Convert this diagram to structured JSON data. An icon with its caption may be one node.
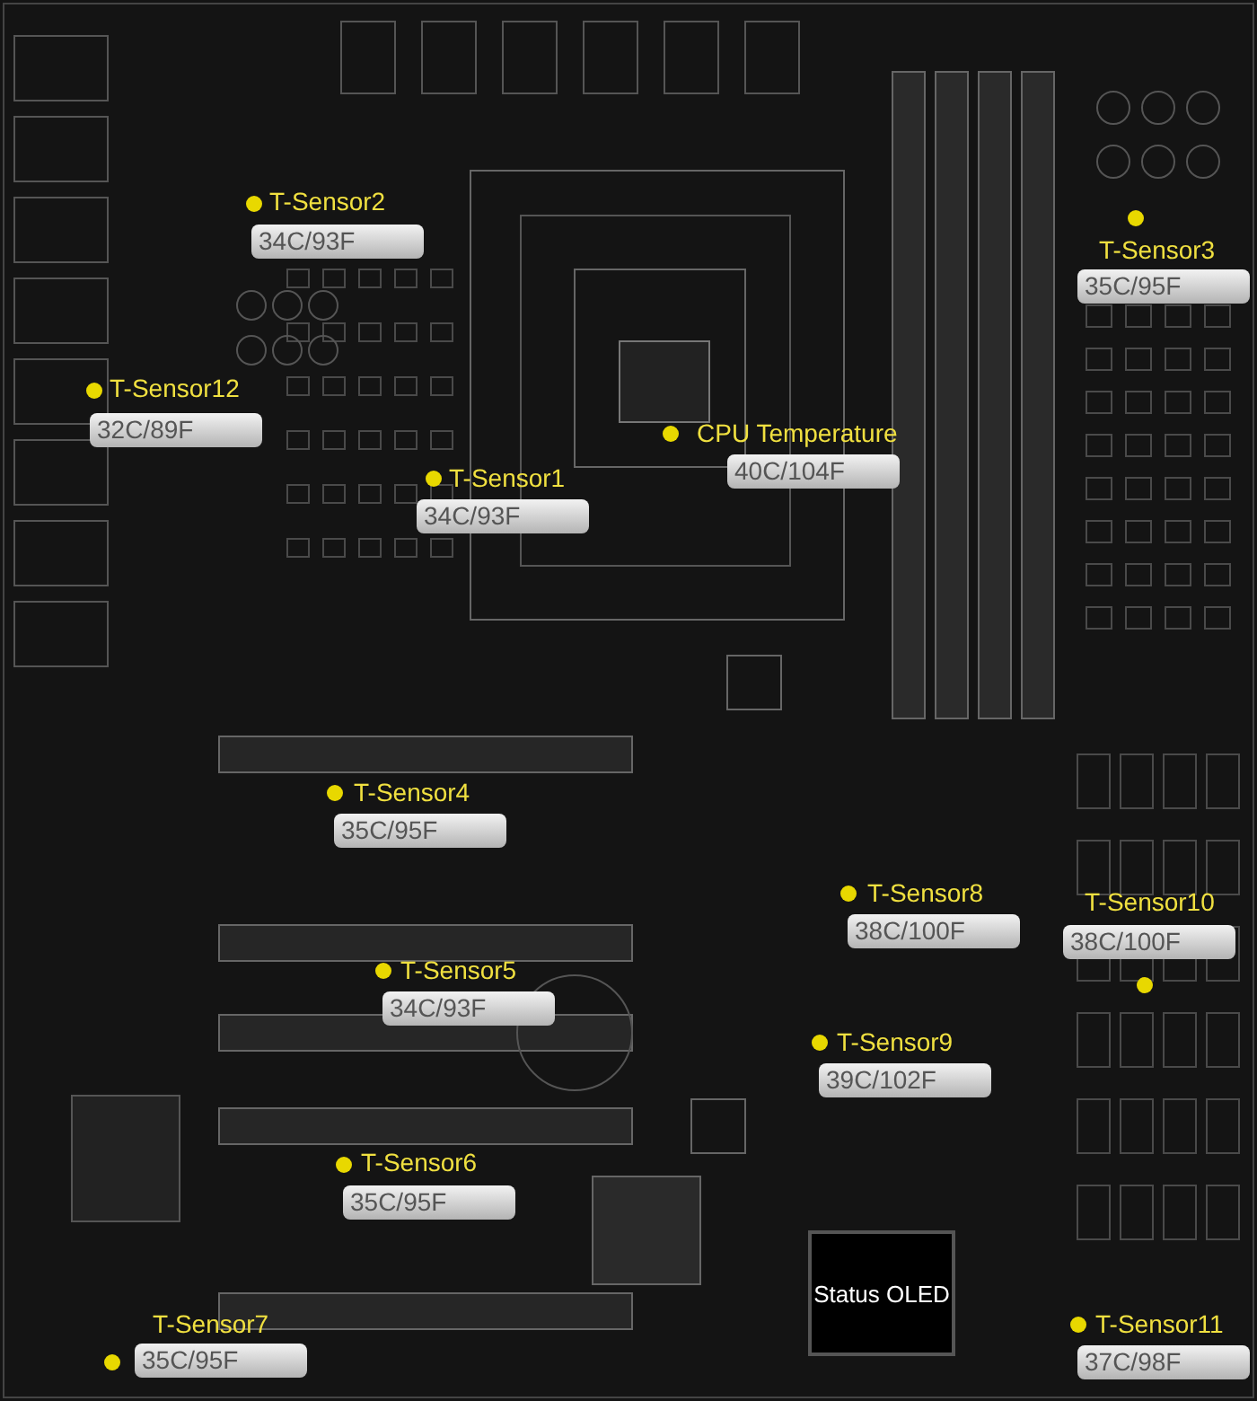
{
  "diagram": {
    "nodes": [
      {
        "text": [
          "T-Sensor2",
          "34C/93F"
        ]
      },
      {
        "text": [
          "T-Sensor3",
          "35C/95F"
        ]
      },
      {
        "text": [
          "T-Sensor12",
          "32C/89F"
        ]
      },
      {
        "text": [
          "CPU Temperature",
          "40C/104F"
        ]
      },
      {
        "text": [
          "T-Sensor1",
          "34C/93F"
        ]
      },
      {
        "text": [
          "T-Sensor4",
          "35C/95F"
        ]
      },
      {
        "text": [
          "T-Sensor8",
          "38C/100F"
        ]
      },
      {
        "text": [
          "T-Sensor10",
          "38C/100F"
        ]
      },
      {
        "text": [
          "T-Sensor5",
          "34C/93F"
        ]
      },
      {
        "text": [
          "T-Sensor9",
          "39C/102F"
        ]
      },
      {
        "text": [
          "T-Sensor6",
          "35C/95F"
        ]
      },
      {
        "text": [
          "Status OLED"
        ]
      },
      {
        "text": [
          "T-Sensor7",
          "35C/95F"
        ]
      },
      {
        "text": [
          "T-Sensor11",
          "37C/98F"
        ]
      }
    ]
  }
}
